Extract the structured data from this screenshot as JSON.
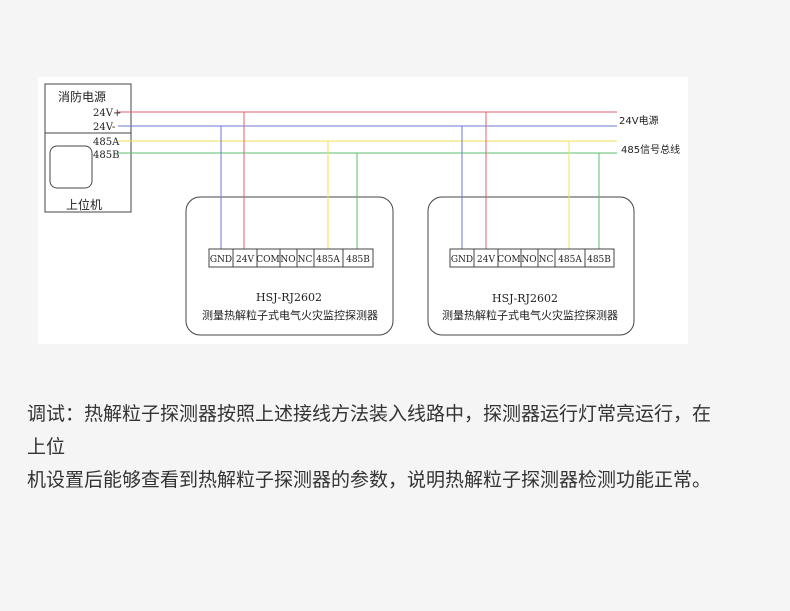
{
  "diagram": {
    "power_box_title": "消防电源",
    "host_label": "上位机",
    "terminals_left": [
      "24V+",
      "24V-",
      "485A",
      "485B"
    ],
    "bus_power_label": "24V电源",
    "bus_signal_label": "485信号总线",
    "wire_colors": {
      "v24_plus": "#e06070",
      "v24_minus": "#6c7ad0",
      "a485": "#f2e050",
      "b485": "#5cbf6c"
    },
    "devices": [
      {
        "model": "HSJ-RJ2602",
        "name": "测量热解粒子式电气火灾监控探测器",
        "terminals": [
          "GND",
          "24V",
          "COM",
          "NO",
          "NC",
          "485A",
          "485B"
        ]
      },
      {
        "model": "HSJ-RJ2602",
        "name": "测量热解粒子式电气火灾监控探测器",
        "terminals": [
          "GND",
          "24V",
          "COM",
          "NO",
          "NC",
          "485A",
          "485B"
        ]
      }
    ]
  },
  "description": [
    "调试：热解粒子探测器按照上述接线方法装入线路中，探测器运行灯常亮运行，在上位",
    "机设置后能够查看到热解粒子探测器的参数，说明热解粒子探测器检测功能正常。"
  ]
}
